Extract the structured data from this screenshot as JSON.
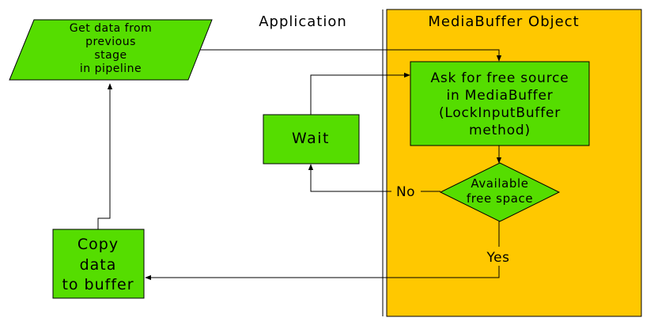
{
  "labels": {
    "application": "Application",
    "mediabuffer_object": "MediaBuffer Object"
  },
  "nodes": {
    "get_data": {
      "lines": [
        "Get data from",
        "previous",
        "stage",
        "in pipeline"
      ]
    },
    "ask_free_source": {
      "lines": [
        "Ask for free source",
        "in MediaBuffer",
        "(LockInputBuffer",
        "method)"
      ]
    },
    "wait": {
      "lines": [
        "Wait"
      ]
    },
    "available_free_space": {
      "lines": [
        "Available",
        "free space"
      ]
    },
    "copy_data": {
      "lines": [
        "Copy",
        "data",
        "to buffer"
      ]
    }
  },
  "edges": {
    "no": "No",
    "yes": "Yes"
  },
  "colors": {
    "node_fill": "#55dd00",
    "region_fill": "#ffc800",
    "stroke": "#000000"
  }
}
